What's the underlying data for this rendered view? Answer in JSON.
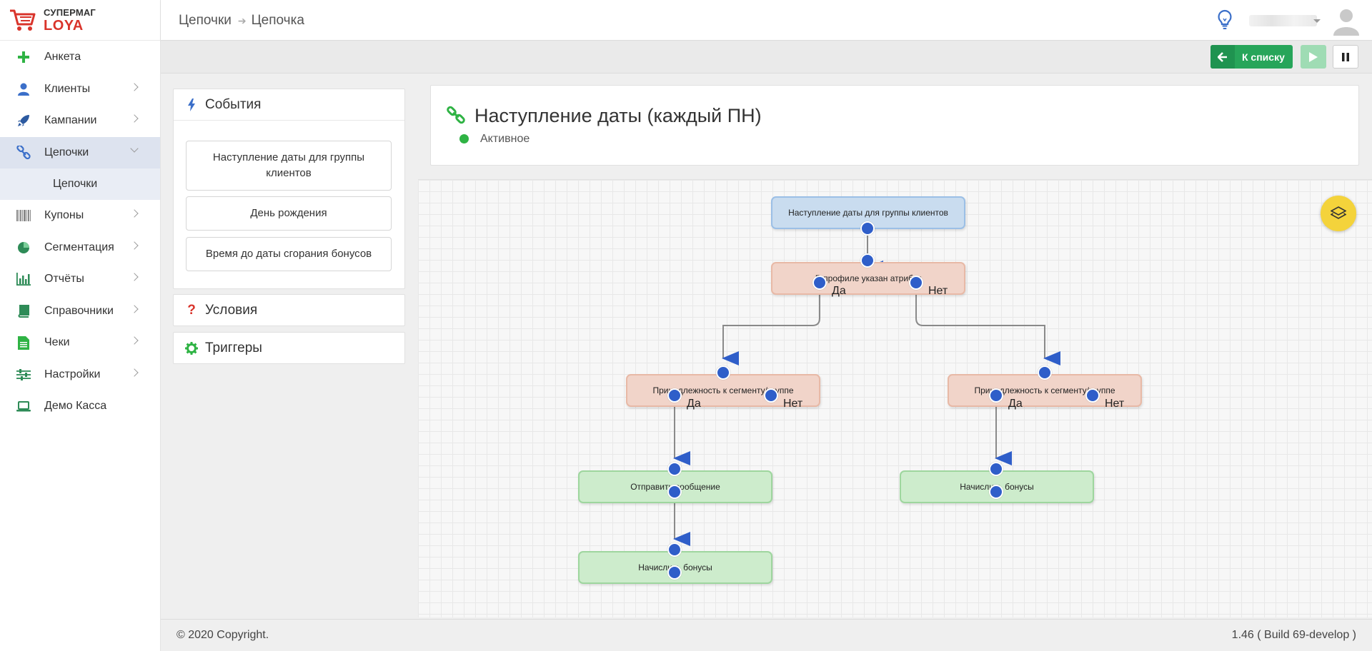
{
  "app": {
    "logo_line1": "СУПЕРМАГ",
    "logo_line2": "LOYA"
  },
  "sidebar": {
    "items": [
      {
        "label": "Анкета",
        "icon": "plus-icon"
      },
      {
        "label": "Клиенты",
        "icon": "user-icon"
      },
      {
        "label": "Кампании",
        "icon": "rocket-icon"
      },
      {
        "label": "Цепочки",
        "icon": "link-icon",
        "active": true
      },
      {
        "label": "Купоны",
        "icon": "barcode-icon"
      },
      {
        "label": "Сегментация",
        "icon": "pie-chart-icon"
      },
      {
        "label": "Отчёты",
        "icon": "bar-chart-icon"
      },
      {
        "label": "Справочники",
        "icon": "book-icon"
      },
      {
        "label": "Чеки",
        "icon": "receipt-icon"
      },
      {
        "label": "Настройки",
        "icon": "sliders-icon"
      },
      {
        "label": "Демо Касса",
        "icon": "laptop-icon"
      }
    ],
    "sub_item": "Цепочки"
  },
  "header": {
    "breadcrumb": [
      "Цепочки",
      "Цепочка"
    ]
  },
  "toolbar": {
    "back_label": "К списку"
  },
  "events_panel": {
    "title": "События",
    "buttons": [
      "Наступление даты для группы клиентов",
      "День рождения",
      "Время до даты сгорания бонусов"
    ]
  },
  "conditions_panel": {
    "title": "Условия"
  },
  "triggers_panel": {
    "title": "Триггеры"
  },
  "chain": {
    "title": "Наступление даты (каждый ПН)",
    "status": "Активное"
  },
  "flow": {
    "nodes": [
      {
        "id": "n1",
        "type": "event",
        "label": "Наступление даты для группы клиентов"
      },
      {
        "id": "n2",
        "type": "condition",
        "label": "В профиле указан атрибут"
      },
      {
        "id": "n3",
        "type": "condition",
        "label": "Принадлежность к сегменту/группе"
      },
      {
        "id": "n4",
        "type": "condition",
        "label": "Принадлежность к сегменту/группе"
      },
      {
        "id": "n5",
        "type": "action",
        "label": "Отправить сообщение"
      },
      {
        "id": "n6",
        "type": "action",
        "label": "Начислить бонусы"
      },
      {
        "id": "n7",
        "type": "action",
        "label": "Начислить бонусы"
      }
    ],
    "yes_label": "Да",
    "no_label": "Нет"
  },
  "footer": {
    "copyright": "© 2020 Copyright.",
    "version": "1.46 ( Build 69-develop )"
  },
  "colors": {
    "accent_green": "#27a55a",
    "port_blue": "#2f5ec9",
    "layers_button": "#f4d33b",
    "status_active": "#2fb344"
  }
}
